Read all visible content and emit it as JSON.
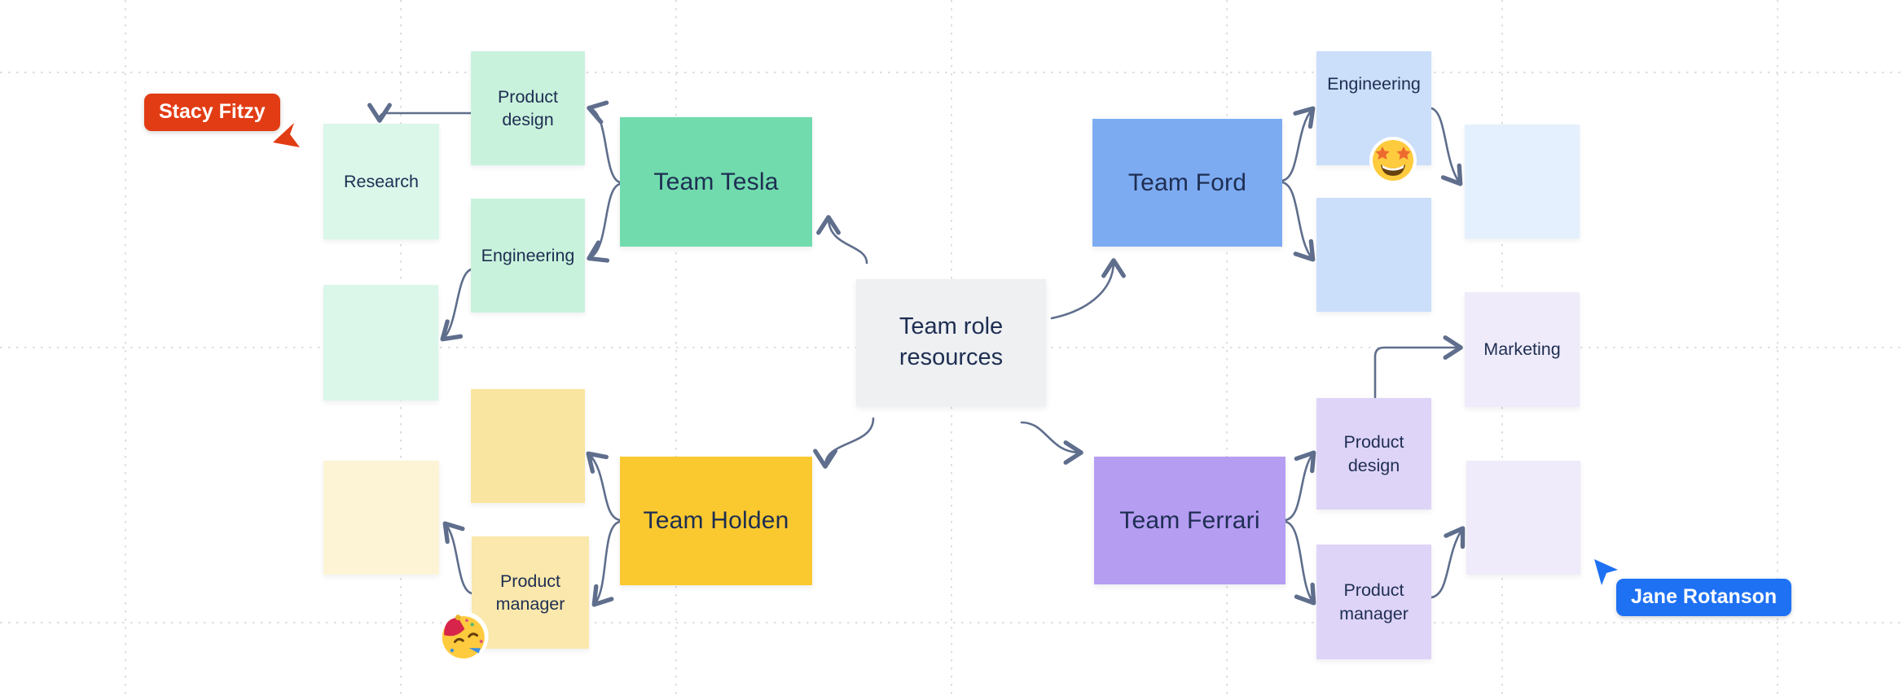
{
  "board": {
    "type": "mindmap-whiteboard",
    "background_color": "#FFFFFF",
    "grid_color": "#DCDEE2",
    "connector_color": "#5F6E8C",
    "text_color": "#1E2E52"
  },
  "nodes": {
    "center": {
      "label": "Team role resources",
      "color": "#EEF0F2"
    },
    "team_tesla": {
      "label": "Team Tesla",
      "color": "#71DBAD"
    },
    "team_ford": {
      "label": "Team Ford",
      "color": "#7DABF2"
    },
    "team_holden": {
      "label": "Team Holden",
      "color": "#FAC92F"
    },
    "team_ferrari": {
      "label": "Team Ferrari",
      "color": "#B59DF2"
    },
    "tesla_product_design": {
      "label": "Product design",
      "color": "#C9F2DC"
    },
    "tesla_research": {
      "label": "Research",
      "color": "#DAF7EA"
    },
    "tesla_engineering": {
      "label": "Engineering",
      "color": "#C9F2DC"
    },
    "tesla_empty": {
      "label": "",
      "color": "#DAF7EA"
    },
    "holden_empty_pale": {
      "label": "",
      "color": "#FDF4D6"
    },
    "holden_empty": {
      "label": "",
      "color": "#FAE5A0"
    },
    "holden_product_manager": {
      "label": "Product manager",
      "color": "#FAE8AC"
    },
    "ford_engineering": {
      "label": "Engineering",
      "color": "#CBDEFA"
    },
    "ford_empty": {
      "label": "",
      "color": "#CBDEFA"
    },
    "ford_empty_light": {
      "label": "",
      "color": "#E4F0FD"
    },
    "ferrari_product_design": {
      "label": "Product design",
      "color": "#DED4F8"
    },
    "ferrari_product_manager": {
      "label": "Product manager",
      "color": "#DED4F8"
    },
    "ferrari_marketing": {
      "label": "Marketing",
      "color": "#EFEBFA"
    },
    "ferrari_empty": {
      "label": "",
      "color": "#EFEBFA"
    }
  },
  "edges": [
    {
      "from": "center",
      "to": "team_tesla"
    },
    {
      "from": "center",
      "to": "team_ford"
    },
    {
      "from": "center",
      "to": "team_holden"
    },
    {
      "from": "center",
      "to": "team_ferrari"
    },
    {
      "from": "team_tesla",
      "to": "tesla_product_design"
    },
    {
      "from": "team_tesla",
      "to": "tesla_engineering"
    },
    {
      "from": "tesla_product_design",
      "to": "tesla_research"
    },
    {
      "from": "tesla_engineering",
      "to": "tesla_empty"
    },
    {
      "from": "team_ford",
      "to": "ford_engineering"
    },
    {
      "from": "team_ford",
      "to": "ford_empty"
    },
    {
      "from": "ford_engineering",
      "to": "ford_empty_light"
    },
    {
      "from": "ferrari_product_design",
      "to": "ferrari_marketing"
    },
    {
      "from": "team_ferrari",
      "to": "ferrari_product_design"
    },
    {
      "from": "team_ferrari",
      "to": "ferrari_product_manager"
    },
    {
      "from": "ferrari_product_manager",
      "to": "ferrari_empty"
    },
    {
      "from": "team_holden",
      "to": "holden_empty"
    },
    {
      "from": "team_holden",
      "to": "holden_product_manager"
    },
    {
      "from": "holden_product_manager",
      "to": "holden_empty_pale"
    }
  ],
  "cursors": {
    "stacy": {
      "name": "Stacy Fitzy",
      "color": "#E23C14"
    },
    "jane": {
      "name": "Jane Rotanson",
      "color": "#1E71F3"
    }
  },
  "stickers": {
    "star_struck": {
      "name": "star-struck emoji",
      "glyph": "🤩"
    },
    "partying_face": {
      "name": "partying-face emoji",
      "glyph": "🥳"
    }
  }
}
